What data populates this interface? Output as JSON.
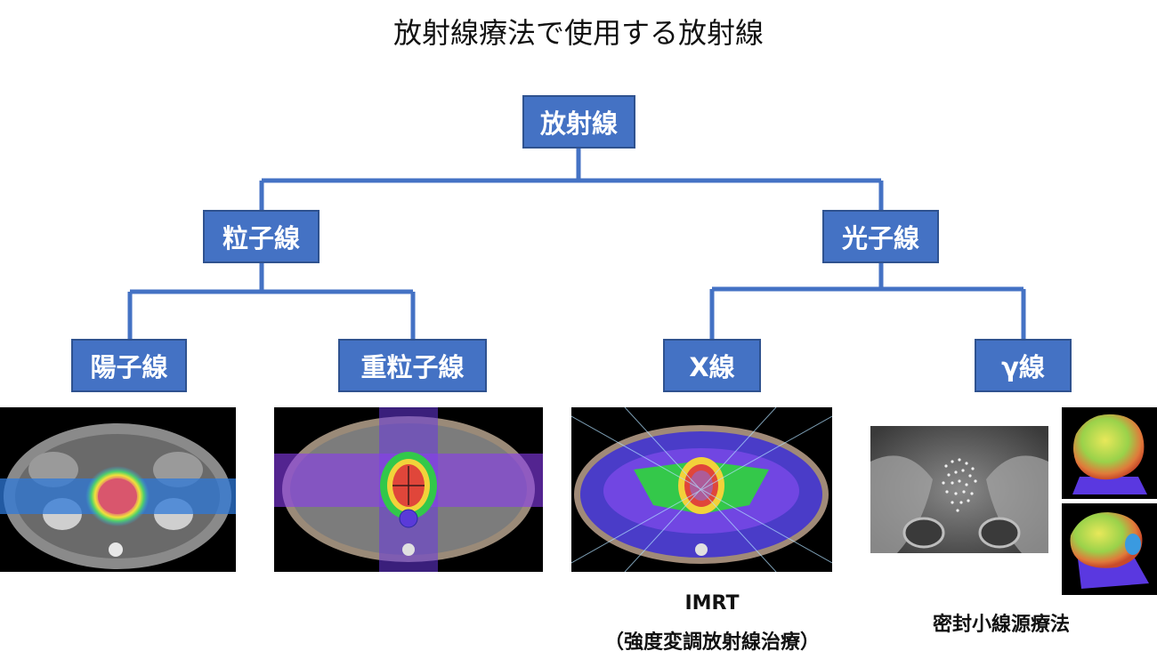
{
  "title": "放射線療法で使用する放射線",
  "nodes": {
    "root": "放射線",
    "particle": "粒子線",
    "photon": "光子線",
    "proton": "陽子線",
    "heavy_ion": "重粒子線",
    "xray": "X線",
    "gamma": "γ線"
  },
  "captions": {
    "imrt_line1": "IMRT",
    "imrt_line2": "（強度変調放射線治療）",
    "brachy": "密封小線源療法"
  },
  "colors": {
    "node_fill": "#4472C4",
    "node_border": "#2F528F",
    "connector": "#4472C4"
  }
}
